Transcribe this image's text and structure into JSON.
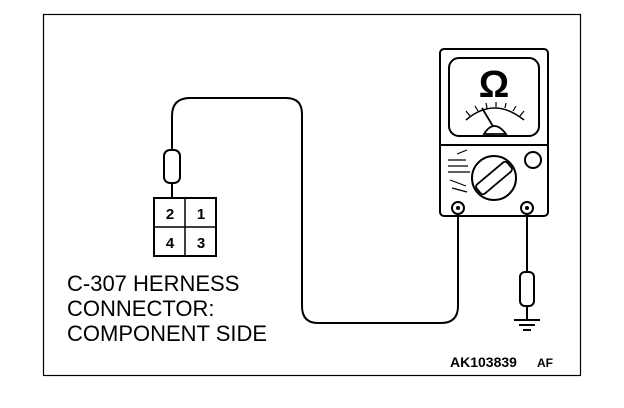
{
  "meter": {
    "symbol": "Ω"
  },
  "connector": {
    "pins": [
      "2",
      "1",
      "4",
      "3"
    ],
    "caption": [
      "C-307 HERNESS",
      "CONNECTOR:",
      "COMPONENT SIDE"
    ]
  },
  "code": {
    "number": "AK103839",
    "suffix": "AF"
  }
}
